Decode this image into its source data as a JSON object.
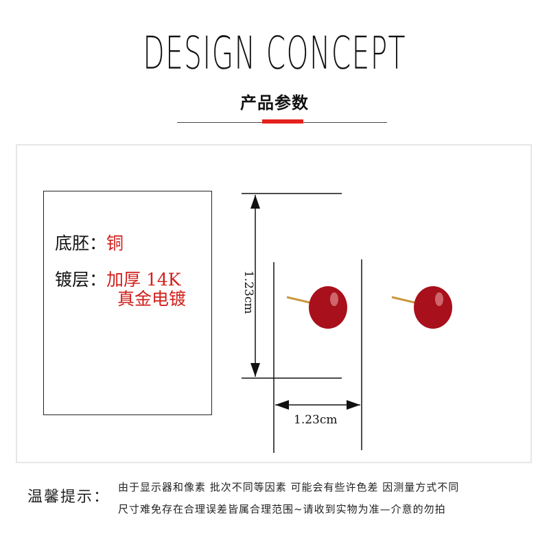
{
  "header": {
    "title": "DESIGN CONCEPT",
    "subtitle": "产品参数"
  },
  "spec": {
    "base_label": "底胚：",
    "base_value": "铜",
    "plating_label": "镀层：",
    "plating_value_1": "加厚 14K",
    "plating_value_2": "真金电镀"
  },
  "dimensions": {
    "height": "1.23cm",
    "width": "1.23cm"
  },
  "notice": {
    "label": "温馨提示：",
    "line1": "由于显示器和像素 批次不同等因素 可能会有些许色差 因测量方式不同",
    "line2": "尺寸难免存在合理误差皆属合理范围~请收到实物为准—介意的勿拍"
  },
  "colors": {
    "accent": "#e5211c",
    "earring": "#a8101c",
    "text_red": "#d0201c"
  }
}
